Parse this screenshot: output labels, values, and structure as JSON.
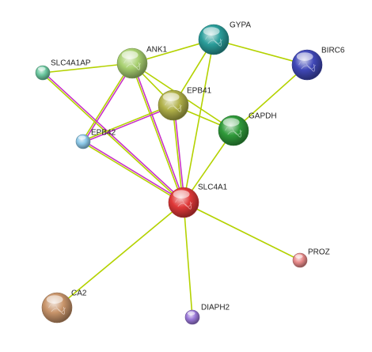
{
  "colors": {
    "coexpression_edge": "#c8dc3c",
    "experiment_edge": "#c832c8",
    "text_edge": "#b4d200"
  },
  "nodes": [
    {
      "id": "gypa",
      "label": "GYPA",
      "color": "#2a9d9a",
      "structure": true
    },
    {
      "id": "birc6",
      "label": "BIRC6",
      "color": "#4048b8",
      "structure": true
    },
    {
      "id": "ank1",
      "label": "ANK1",
      "color": "#a8d070",
      "structure": true
    },
    {
      "id": "slc4a1ap",
      "label": "SLC4A1AP",
      "color": "#6cc8a0",
      "structure": false
    },
    {
      "id": "epb41",
      "label": "EPB41",
      "color": "#b0b048",
      "structure": true
    },
    {
      "id": "gapdh",
      "label": "GAPDH",
      "color": "#2f9a3a",
      "structure": true
    },
    {
      "id": "epb42",
      "label": "EPB42",
      "color": "#8cc8e8",
      "structure": false
    },
    {
      "id": "slc4a1",
      "label": "SLC4A1",
      "color": "#e03838",
      "structure": true
    },
    {
      "id": "proz",
      "label": "PROZ",
      "color": "#e88a8a",
      "structure": false
    },
    {
      "id": "ca2",
      "label": "CA2",
      "color": "#c8946a",
      "structure": true
    },
    {
      "id": "diaph2",
      "label": "DIAPH2",
      "color": "#9a78d8",
      "structure": false
    }
  ],
  "edges": [
    {
      "from": "gypa",
      "to": "ank1",
      "types": [
        "text"
      ]
    },
    {
      "from": "gypa",
      "to": "birc6",
      "types": [
        "text"
      ]
    },
    {
      "from": "gypa",
      "to": "epb41",
      "types": [
        "text"
      ]
    },
    {
      "from": "gypa",
      "to": "slc4a1",
      "types": [
        "text"
      ]
    },
    {
      "from": "birc6",
      "to": "gapdh",
      "types": [
        "text"
      ]
    },
    {
      "from": "ank1",
      "to": "slc4a1ap",
      "types": [
        "text"
      ]
    },
    {
      "from": "ank1",
      "to": "epb41",
      "types": [
        "text"
      ]
    },
    {
      "from": "ank1",
      "to": "gapdh",
      "types": [
        "text"
      ]
    },
    {
      "from": "ank1",
      "to": "epb42",
      "types": [
        "experiment",
        "text"
      ]
    },
    {
      "from": "ank1",
      "to": "slc4a1",
      "types": [
        "experiment",
        "text"
      ]
    },
    {
      "from": "slc4a1ap",
      "to": "slc4a1",
      "types": [
        "experiment",
        "text"
      ]
    },
    {
      "from": "epb41",
      "to": "gapdh",
      "types": [
        "text"
      ]
    },
    {
      "from": "epb41",
      "to": "epb42",
      "types": [
        "experiment",
        "text"
      ]
    },
    {
      "from": "epb41",
      "to": "slc4a1",
      "types": [
        "experiment",
        "text"
      ]
    },
    {
      "from": "gapdh",
      "to": "slc4a1",
      "types": [
        "text"
      ]
    },
    {
      "from": "epb42",
      "to": "slc4a1",
      "types": [
        "experiment",
        "text"
      ]
    },
    {
      "from": "slc4a1",
      "to": "proz",
      "types": [
        "text"
      ]
    },
    {
      "from": "slc4a1",
      "to": "ca2",
      "types": [
        "text"
      ]
    },
    {
      "from": "slc4a1",
      "to": "diaph2",
      "types": [
        "text"
      ]
    }
  ]
}
